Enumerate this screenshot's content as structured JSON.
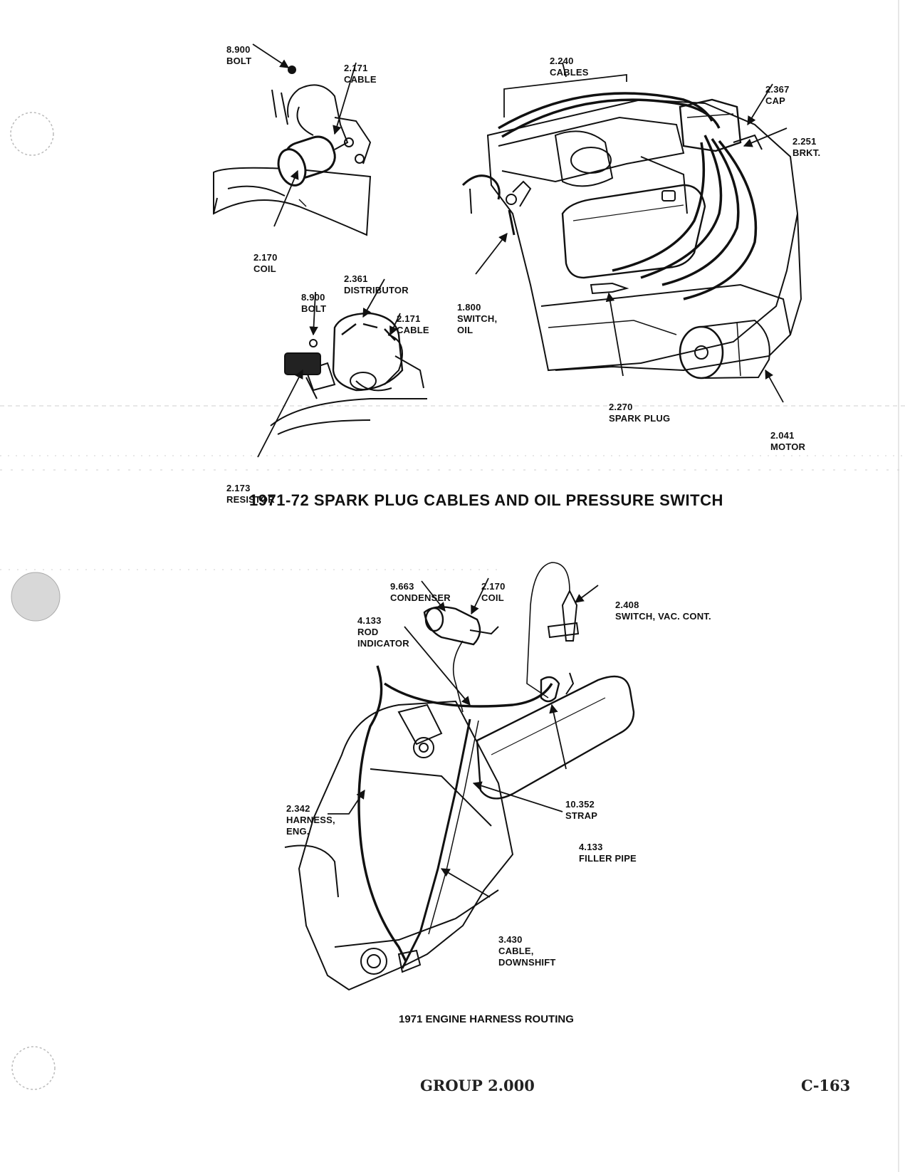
{
  "top_diagram": {
    "title": "1971-72 SPARK PLUG CABLES AND OIL PRESSURE SWITCH",
    "callouts": {
      "bolt_coil": [
        "8.900",
        "BOLT"
      ],
      "cable_coil": [
        "2.171",
        "CABLE"
      ],
      "coil": [
        "2.170",
        "COIL"
      ],
      "cables": [
        "2.240",
        "CABLES"
      ],
      "cap": [
        "2.367",
        "CAP"
      ],
      "bracket": [
        "2.251",
        "BRKT."
      ],
      "distributor": [
        "2.361",
        "DISTRIBUTOR"
      ],
      "bolt_resistor": [
        "8.900",
        "BOLT"
      ],
      "cable_distributor": [
        "2.171",
        "CABLE"
      ],
      "switch_oil": [
        "1.800",
        "SWITCH,",
        "OIL"
      ],
      "spark_plug": [
        "2.270",
        "SPARK PLUG"
      ],
      "motor": [
        "2.041",
        "MOTOR"
      ],
      "resistor": [
        "2.173",
        "RESISTOR"
      ]
    }
  },
  "bottom_diagram": {
    "title": "1971 ENGINE HARNESS ROUTING",
    "callouts": {
      "condenser": [
        "9.663",
        "CONDENSER"
      ],
      "coil": [
        "2.170",
        "COIL"
      ],
      "switch_vac": [
        "2.408",
        "SWITCH, VAC. CONT."
      ],
      "rod_indicator": [
        "4.133",
        "ROD",
        "INDICATOR"
      ],
      "harness_eng": [
        "2.342",
        "HARNESS,",
        "ENG."
      ],
      "strap": [
        "10.352",
        "STRAP"
      ],
      "filler_pipe": [
        "4.133",
        "FILLER PIPE"
      ],
      "cable_downshift": [
        "3.430",
        "CABLE,",
        "DOWNSHIFT"
      ]
    }
  },
  "footer": {
    "group": "GROUP 2.000",
    "page": "C-163"
  }
}
